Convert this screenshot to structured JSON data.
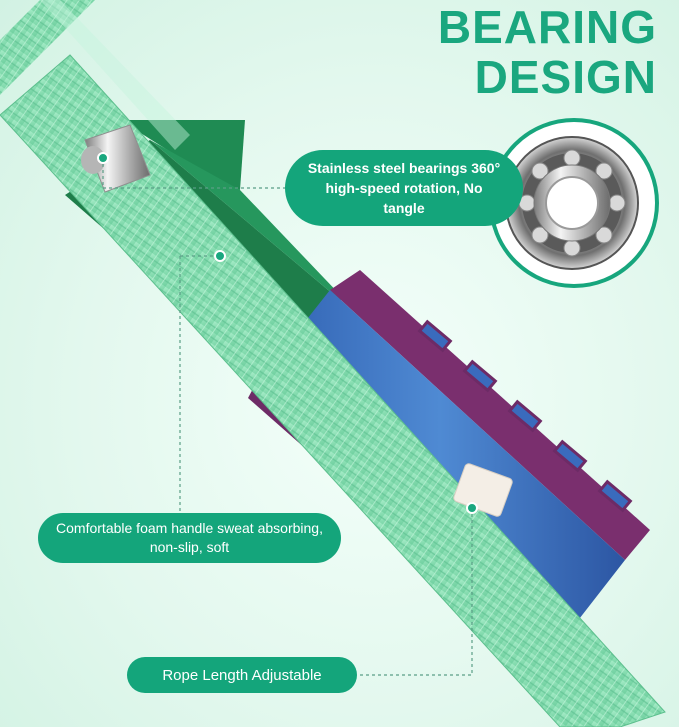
{
  "heading": {
    "line1": "BEARING",
    "line2": "DESIGN"
  },
  "callouts": {
    "bearing": "Stainless steel bearings 360° high-speed rotation, No tangle",
    "foam": "Comfortable foam handle sweat absorbing, non-slip, soft",
    "rope": "Rope Length Adjustable"
  },
  "colors": {
    "accent": "#14a57b",
    "rope": "#8fe0b6",
    "handle_cap": "#1e7d4a",
    "foam_grip": "#3f77c2",
    "grip_edge": "#7a2f6e"
  }
}
